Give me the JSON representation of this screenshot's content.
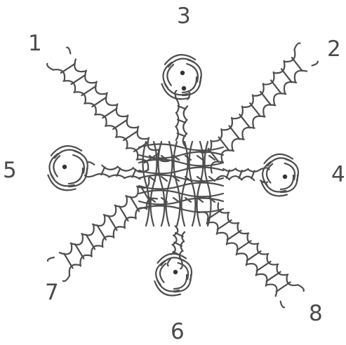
{
  "figure": {
    "arms": [
      {
        "label": "1",
        "kind": "braid"
      },
      {
        "label": "2",
        "kind": "braid"
      },
      {
        "label": "3",
        "kind": "knot"
      },
      {
        "label": "4",
        "kind": "knot"
      },
      {
        "label": "5",
        "kind": "knot"
      },
      {
        "label": "6",
        "kind": "knot"
      },
      {
        "label": "7",
        "kind": "braid"
      },
      {
        "label": "8",
        "kind": "braid"
      }
    ],
    "stroke_color": "#4d4d4d",
    "label_color": "#4a4a4a"
  }
}
